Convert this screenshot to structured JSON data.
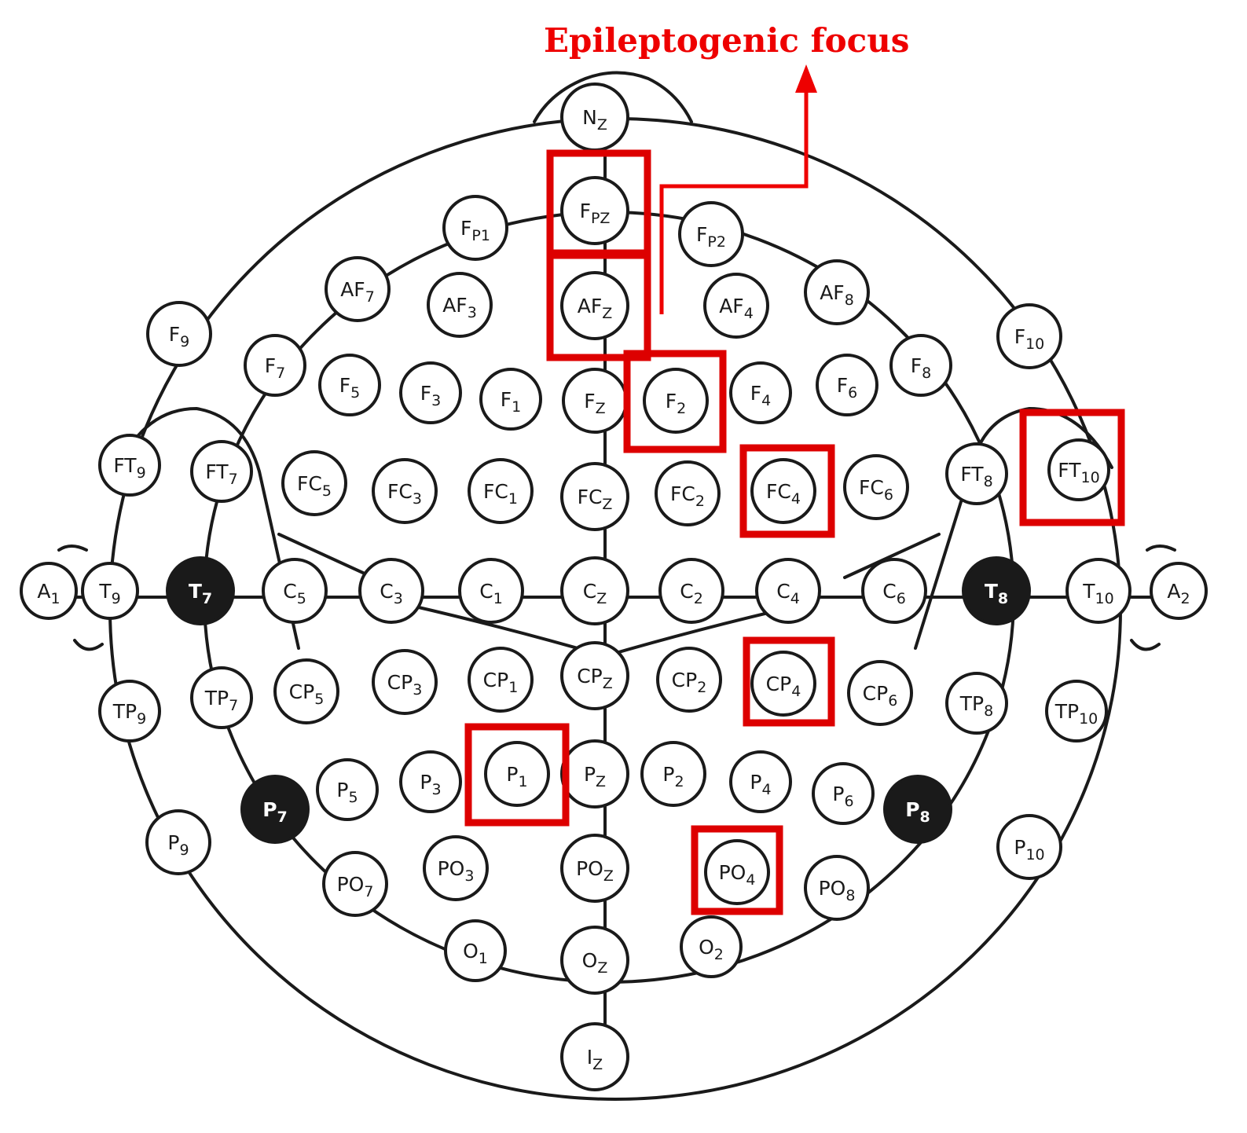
{
  "title": "Epileptogenic focus",
  "colors": {
    "highlight": "#dd0000",
    "line": "#1a1a1a",
    "filled_electrode": "#1a1a1a",
    "background": "#ffffff"
  },
  "electrodes": [
    {
      "main": "N",
      "sub": "Z"
    },
    {
      "main": "F",
      "sub": "PZ"
    },
    {
      "main": "F",
      "sub": "P1"
    },
    {
      "main": "F",
      "sub": "P2"
    },
    {
      "main": "AF",
      "sub": "7"
    },
    {
      "main": "AF",
      "sub": "3"
    },
    {
      "main": "AF",
      "sub": "Z"
    },
    {
      "main": "AF",
      "sub": "4"
    },
    {
      "main": "AF",
      "sub": "8"
    },
    {
      "main": "F",
      "sub": "9"
    },
    {
      "main": "F",
      "sub": "10"
    },
    {
      "main": "F",
      "sub": "7"
    },
    {
      "main": "F",
      "sub": "5"
    },
    {
      "main": "F",
      "sub": "3"
    },
    {
      "main": "F",
      "sub": "1"
    },
    {
      "main": "F",
      "sub": "Z"
    },
    {
      "main": "F",
      "sub": "2"
    },
    {
      "main": "F",
      "sub": "4"
    },
    {
      "main": "F",
      "sub": "6"
    },
    {
      "main": "F",
      "sub": "8"
    },
    {
      "main": "FT",
      "sub": "9"
    },
    {
      "main": "FT",
      "sub": "7"
    },
    {
      "main": "FC",
      "sub": "5"
    },
    {
      "main": "FC",
      "sub": "3"
    },
    {
      "main": "FC",
      "sub": "1"
    },
    {
      "main": "FC",
      "sub": "Z"
    },
    {
      "main": "FC",
      "sub": "2"
    },
    {
      "main": "FC",
      "sub": "4"
    },
    {
      "main": "FC",
      "sub": "6"
    },
    {
      "main": "FT",
      "sub": "8"
    },
    {
      "main": "FT",
      "sub": "10"
    },
    {
      "main": "A",
      "sub": "1"
    },
    {
      "main": "T",
      "sub": "9"
    },
    {
      "main": "T",
      "sub": "7"
    },
    {
      "main": "C",
      "sub": "5"
    },
    {
      "main": "C",
      "sub": "3"
    },
    {
      "main": "C",
      "sub": "1"
    },
    {
      "main": "C",
      "sub": "Z"
    },
    {
      "main": "C",
      "sub": "2"
    },
    {
      "main": "C",
      "sub": "4"
    },
    {
      "main": "C",
      "sub": "6"
    },
    {
      "main": "T",
      "sub": "8"
    },
    {
      "main": "T",
      "sub": "10"
    },
    {
      "main": "A",
      "sub": "2"
    },
    {
      "main": "TP",
      "sub": "9"
    },
    {
      "main": "TP",
      "sub": "7"
    },
    {
      "main": "CP",
      "sub": "5"
    },
    {
      "main": "CP",
      "sub": "3"
    },
    {
      "main": "CP",
      "sub": "1"
    },
    {
      "main": "CP",
      "sub": "Z"
    },
    {
      "main": "CP",
      "sub": "2"
    },
    {
      "main": "CP",
      "sub": "4"
    },
    {
      "main": "CP",
      "sub": "6"
    },
    {
      "main": "TP",
      "sub": "8"
    },
    {
      "main": "TP",
      "sub": "10"
    },
    {
      "main": "P",
      "sub": "7"
    },
    {
      "main": "P",
      "sub": "5"
    },
    {
      "main": "P",
      "sub": "3"
    },
    {
      "main": "P",
      "sub": "1"
    },
    {
      "main": "P",
      "sub": "Z"
    },
    {
      "main": "P",
      "sub": "2"
    },
    {
      "main": "P",
      "sub": "4"
    },
    {
      "main": "P",
      "sub": "6"
    },
    {
      "main": "P",
      "sub": "8"
    },
    {
      "main": "P",
      "sub": "9"
    },
    {
      "main": "P",
      "sub": "10"
    },
    {
      "main": "PO",
      "sub": "7"
    },
    {
      "main": "PO",
      "sub": "3"
    },
    {
      "main": "PO",
      "sub": "Z"
    },
    {
      "main": "PO",
      "sub": "4"
    },
    {
      "main": "PO",
      "sub": "8"
    },
    {
      "main": "O",
      "sub": "1"
    },
    {
      "main": "O",
      "sub": "Z"
    },
    {
      "main": "O",
      "sub": "2"
    },
    {
      "main": "I",
      "sub": "Z"
    }
  ]
}
